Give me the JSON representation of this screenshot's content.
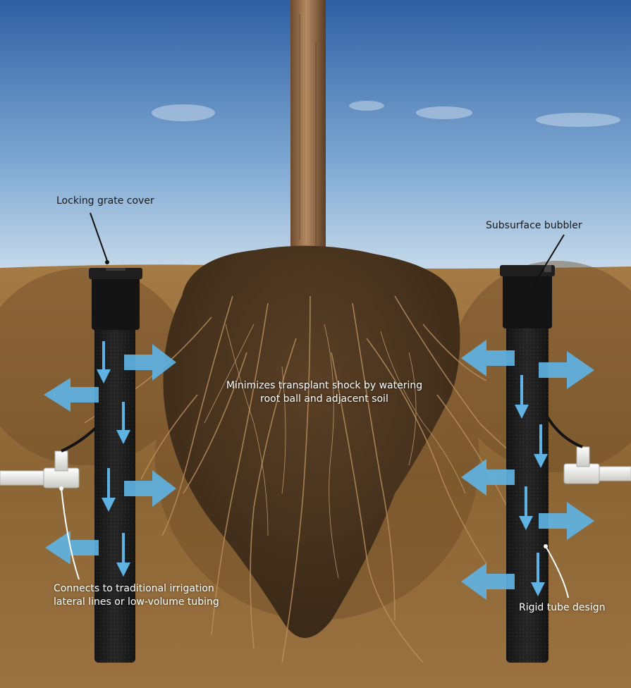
{
  "labels": {
    "grate_cover": "Locking grate cover",
    "bubbler": "Subsurface bubbler",
    "shock_line1": "Minimizes transplant shock by watering",
    "shock_line2": "root ball and adjacent soil",
    "connects_line1": "Connects to traditional irrigation",
    "connects_line2": "lateral lines or low-volume tubing",
    "rigid_tube": "Rigid tube design"
  },
  "icons": [
    "tree-trunk-icon",
    "root-ball-icon",
    "bubbler-tube-icon",
    "water-flow-arrow-icon",
    "pipe-fitting-icon"
  ],
  "colors": {
    "sky_top": "#2f5fa3",
    "sky_bottom": "#c7daea",
    "soil": "#8a6436",
    "tube": "#1b1b1b",
    "arrow": "#5fb2e2",
    "pipe": "#e9e9e4"
  }
}
